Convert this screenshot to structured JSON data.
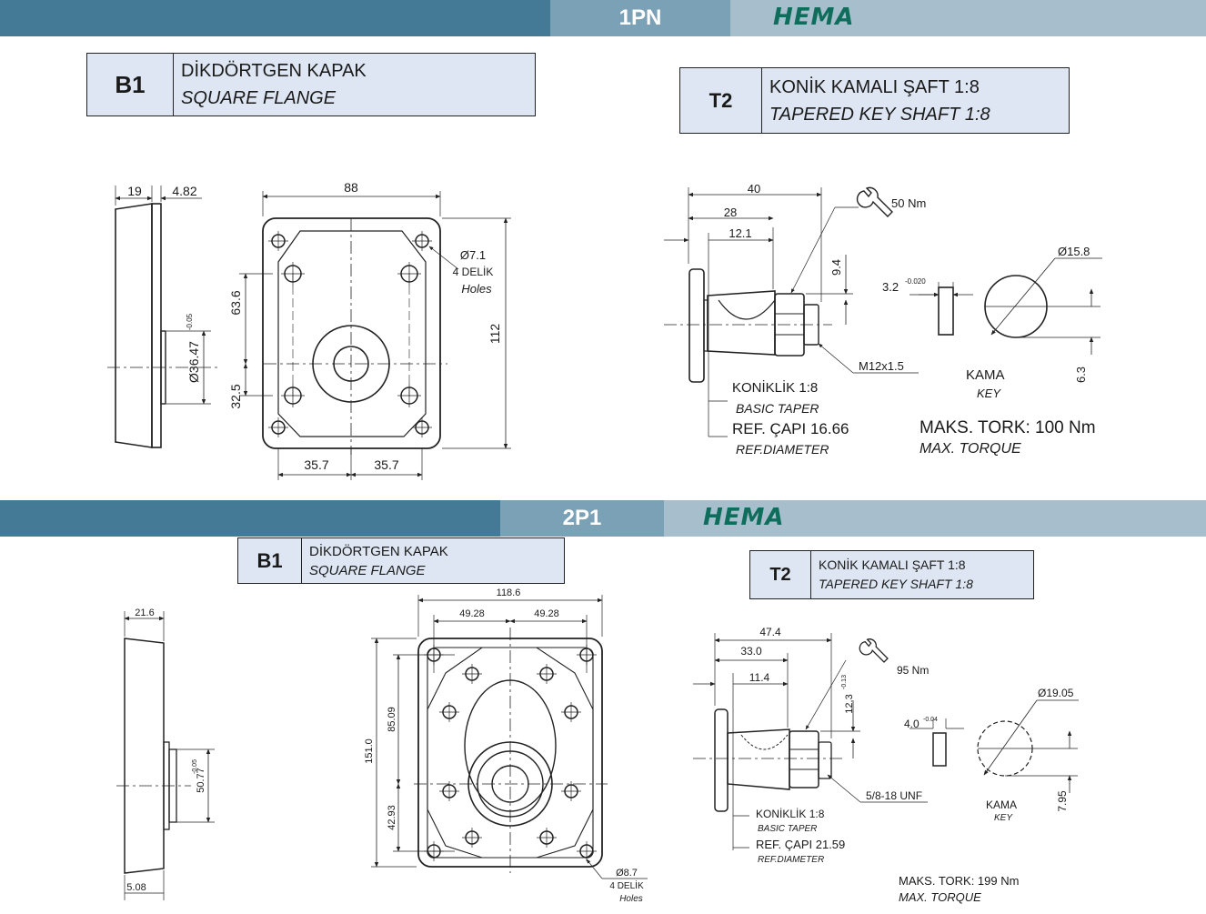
{
  "header_top": {
    "code": "1PN",
    "logo": "HEMA"
  },
  "header_bottom": {
    "code": "2P1",
    "logo": "HEMA"
  },
  "pn": {
    "flange_box": {
      "id": "B1",
      "tr": "DİKDÖRTGEN KAPAK",
      "en": "SQUARE FLANGE"
    },
    "shaft_box": {
      "id": "T2",
      "tr": "KONİK KAMALI ŞAFT 1:8",
      "en": "TAPERED KEY SHAFT 1:8"
    },
    "dims": {
      "d19": "19",
      "d482": "4.82",
      "d88": "88",
      "d636": "63.6",
      "d325": "32.5",
      "d112": "112",
      "d357a": "35.7",
      "d357b": "35.7",
      "dpilot": "Ø36.47",
      "dpilot_tol": "-0.05",
      "hole_d": "Ø7.1",
      "hole_n": "4 DELİK",
      "hole_en": "Holes",
      "s40": "40",
      "s28": "28",
      "s121": "12.1",
      "s94": "9.4",
      "nm": "50 Nm",
      "thread": "M12x1.5",
      "key_w": "3.2",
      "key_w_tol": "-0.020",
      "key_dia": "Ø15.8",
      "key_h": "6.3"
    },
    "notes": {
      "taper_tr": "KONİKLİK 1:8",
      "taper_en": "BASIC TAPER",
      "ref_tr": "REF. ÇAPI 16.66",
      "ref_en": "REF.DIAMETER",
      "kama": "KAMA",
      "key": "KEY",
      "torque_tr": "MAKS. TORK: 100 Nm",
      "torque_en": "MAX. TORQUE"
    }
  },
  "p1": {
    "flange_box": {
      "id": "B1",
      "tr": "DİKDÖRTGEN KAPAK",
      "en": "SQUARE FLANGE"
    },
    "shaft_box": {
      "id": "T2",
      "tr": "KONİK KAMALI ŞAFT 1:8",
      "en": "TAPERED KEY SHAFT 1:8"
    },
    "dims": {
      "d216": "21.6",
      "d508": "5.08",
      "d1186": "118.6",
      "d4928a": "49.28",
      "d4928b": "49.28",
      "d151": "151.0",
      "d8509": "85.09",
      "d4293": "42.93",
      "dpilot": "50.77",
      "dpilot_tol": "-0.05",
      "hole_d": "Ø8.7",
      "hole_n": "4 DELİK",
      "hole_en": "Holes",
      "s474": "47.4",
      "s330": "33.0",
      "s114": "11.4",
      "s123": "12.3",
      "s123_tol": "-0.13",
      "nm": "95 Nm",
      "thread": "5/8-18 UNF",
      "key_w": "4.0",
      "key_w_tol": "-0.04",
      "key_dia": "Ø19.05",
      "key_h": "7.95"
    },
    "notes": {
      "taper_tr": "KONİKLİK 1:8",
      "taper_en": "BASIC TAPER",
      "ref_tr": "REF. ÇAPI 21.59",
      "ref_en": "REF.DIAMETER",
      "kama": "KAMA",
      "key": "KEY",
      "torque_tr": "MAKS. TORK: 199 Nm",
      "torque_en": "MAX. TORQUE"
    }
  }
}
